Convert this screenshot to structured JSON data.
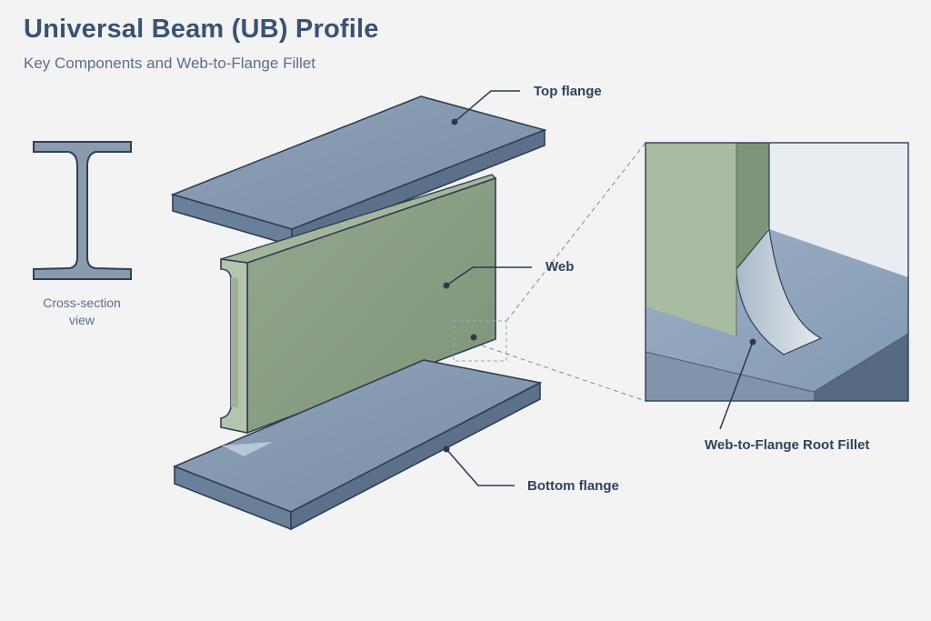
{
  "header": {
    "title": "Universal Beam (UB) Profile",
    "subtitle": "Key Components and Web-to-Flange Fillet"
  },
  "cross_section": {
    "caption_line1": "Cross-section",
    "caption_line2": "view"
  },
  "labels": {
    "top_flange": "Top flange",
    "web": "Web",
    "bottom_flange": "Bottom flange",
    "root_fillet": "Web-to-Flange Root Fillet"
  },
  "colors": {
    "title": "#3a5373",
    "flange": "#8196ad",
    "web": "#8c9e86",
    "outline": "#2f3f55"
  }
}
